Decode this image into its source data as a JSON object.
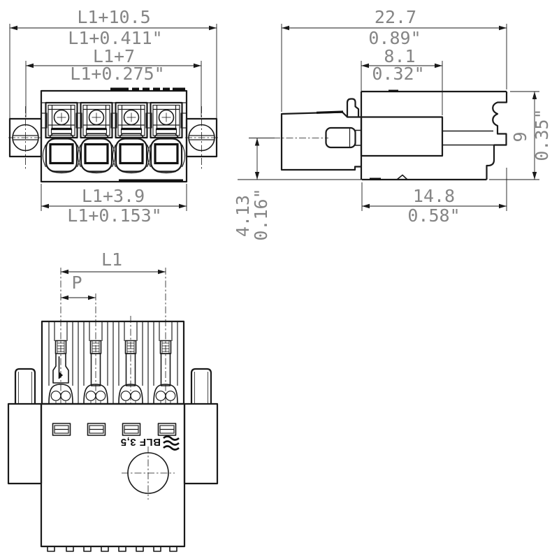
{
  "drawing": {
    "title": "",
    "front_view": {
      "total_width_mm": "L1+10.5",
      "total_width_in": "L1+0.411\"",
      "screw_span_mm": "L1+7",
      "screw_span_in": "L1+0.275\"",
      "body_width_mm": "L1+3.9",
      "body_width_in": "L1+0.153\""
    },
    "side_view": {
      "total_depth_mm": "22.7",
      "total_depth_in": "0.89\"",
      "front_depth_mm": "8.1",
      "front_depth_in": "0.32\"",
      "height_mm": "9",
      "height_in": "0.35\"",
      "body_depth_mm": "14.8",
      "body_depth_in": "0.58\"",
      "pin_offset_mm": "4.13",
      "pin_offset_in": "0.16\""
    },
    "bottom_view": {
      "pole_span_label": "L1",
      "pitch_label": "P",
      "marking": "BLF 3,5",
      "logo_icon": "weidmueller-wave-icon"
    },
    "colors": {
      "line": "#1a1a1a",
      "dim_text": "#858585",
      "background": "#ffffff"
    }
  }
}
